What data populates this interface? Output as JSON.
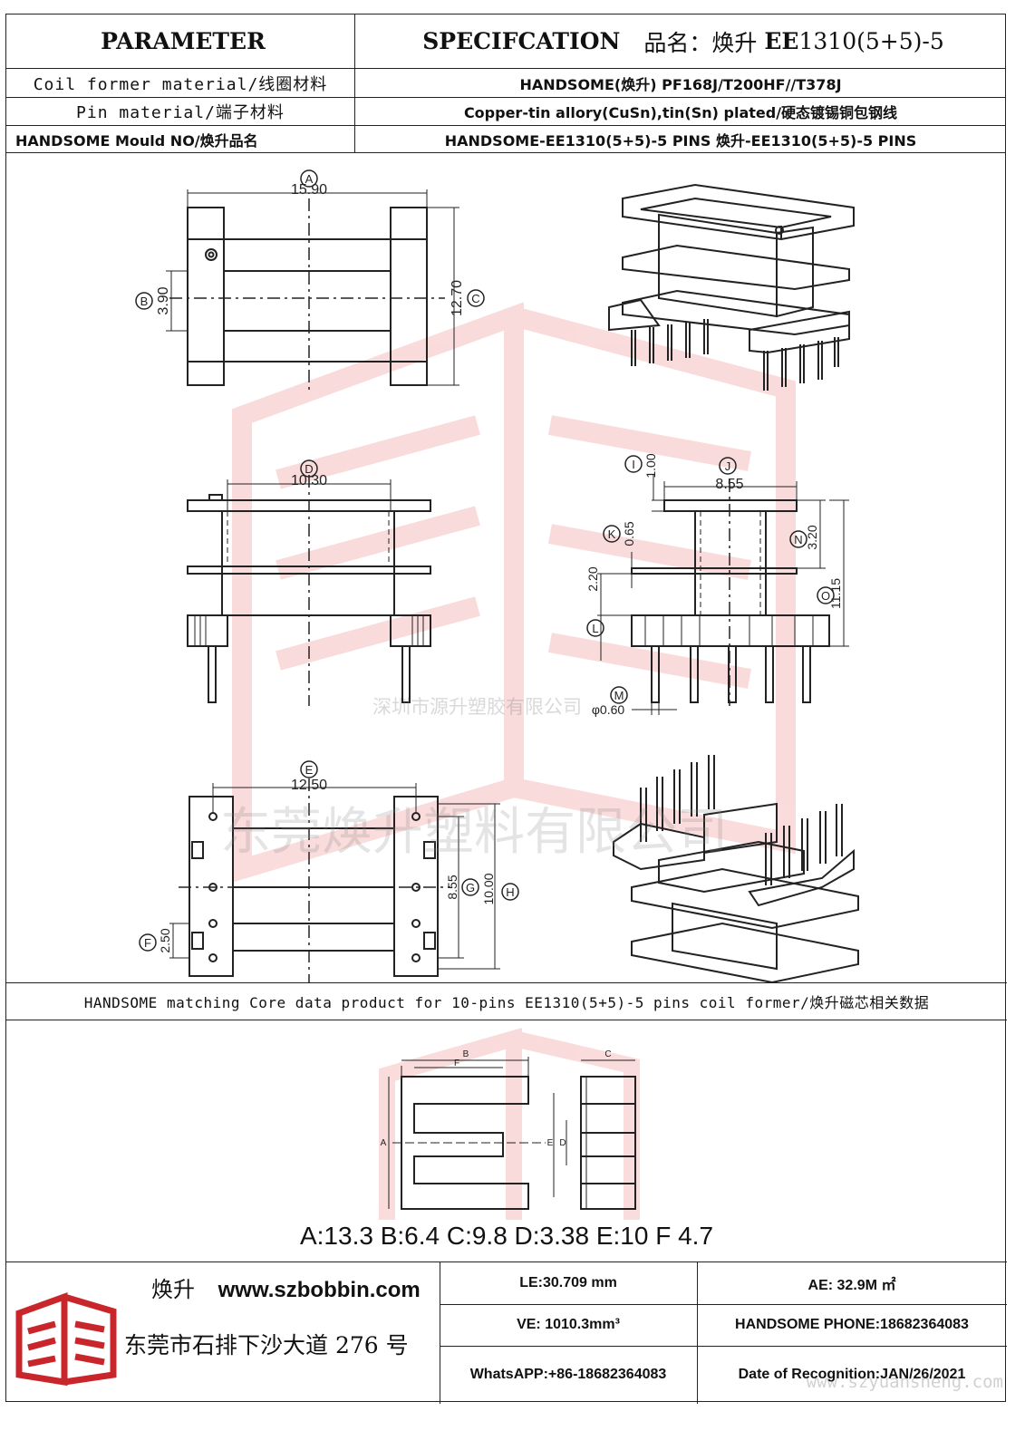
{
  "header": {
    "parameter": "PARAMETER",
    "specification": "SPECIFCATION",
    "product_name_label": "品名：焕升",
    "product_model_bold": "EE",
    "product_model_rest": "1310(5+5)-5"
  },
  "rows": [
    {
      "label": "Coil former material/线圈材料",
      "value": "HANDSOME(焕升)   PF168J/T200HF//T378J"
    },
    {
      "label": "Pin material/端子材料",
      "value": "Copper-tin allory(CuSn),tin(Sn) plated/硬态镀锡铜包钢线"
    },
    {
      "label": "HANDSOME Mould NO/焕升品名",
      "value": "HANDSOME-EE1310(5+5)-5 PINS    焕升-EE1310(5+5)-5 PINS"
    }
  ],
  "dimensions": {
    "A": {
      "letter": "A",
      "value": "15.90"
    },
    "B": {
      "letter": "B",
      "value": "3.90"
    },
    "C": {
      "letter": "C",
      "value": "12.70"
    },
    "D": {
      "letter": "D",
      "value": "10.30"
    },
    "E": {
      "letter": "E",
      "value": "12.50"
    },
    "F": {
      "letter": "F",
      "value": "2.50"
    },
    "G": {
      "letter": "G",
      "value": "8.55"
    },
    "H": {
      "letter": "H",
      "value": "10.00"
    },
    "I": {
      "letter": "I",
      "value": "1.00"
    },
    "J": {
      "letter": "J",
      "value": "8.55"
    },
    "K": {
      "letter": "K",
      "value": "0.65"
    },
    "L": {
      "letter": "L",
      "value": "2.20"
    },
    "M": {
      "letter": "M",
      "value": "φ0.60"
    },
    "N": {
      "letter": "N",
      "value": "3.20"
    },
    "O": {
      "letter": "O",
      "value": "11.15"
    }
  },
  "watermarks": {
    "company_small": "深圳市源升塑胶有限公司",
    "company_large": "东莞焕升塑料有限公司",
    "url": "www.szyuansheng.com"
  },
  "core": {
    "caption": "HANDSOME matching Core data  product for 10-pins EE1310(5+5)-5 pins coil former/焕升磁芯相关数据",
    "labels": {
      "A": "A",
      "B": "B",
      "C": "C",
      "D": "D",
      "E": "E",
      "F": "F"
    },
    "dims_text": "A:13.3 B:6.4 C:9.8 D:3.38 E:10 F 4.7"
  },
  "footer": {
    "brand": "焕升",
    "website": "www.szbobbin.com",
    "address": "东莞市石排下沙大道 276 号",
    "le": "LE:30.709 mm",
    "ae": "AE: 32.9M ㎡",
    "ve": "VE: 1010.3mm³",
    "phone": "HANDSOME PHONE:18682364083",
    "whatsapp": "WhatsAPP:+86-18682364083",
    "date": "Date of Recognition:JAN/26/2021"
  },
  "colors": {
    "line": "#222222",
    "watermark_red": "#e23b3b",
    "logo_red": "#c8262b"
  }
}
